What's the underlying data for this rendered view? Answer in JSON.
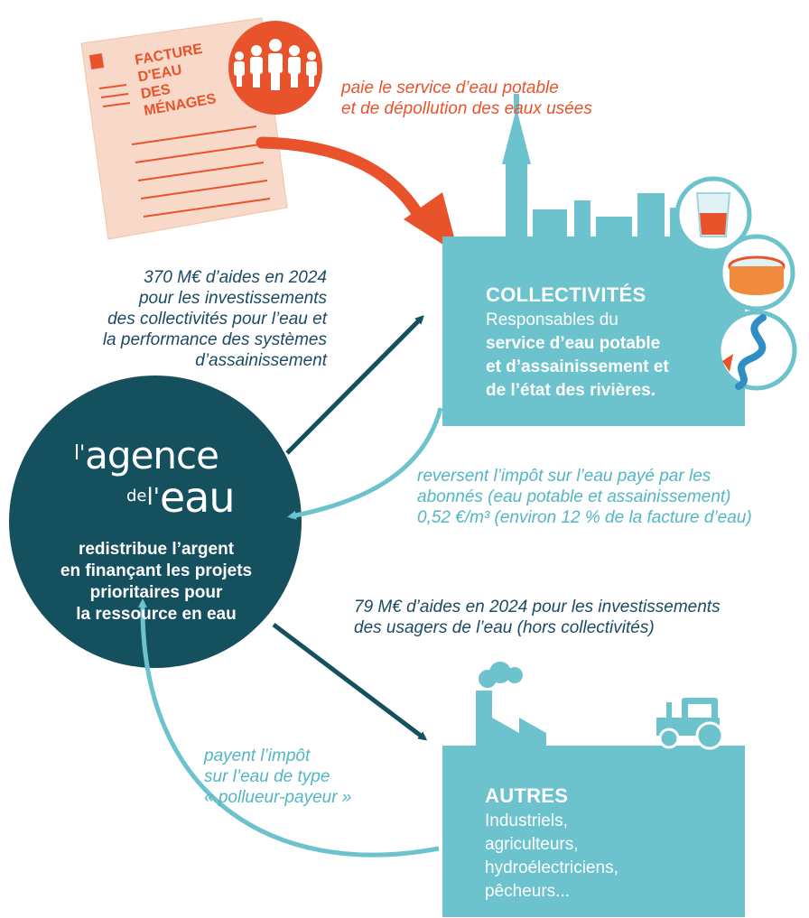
{
  "invoice": {
    "title_lines": [
      "FACTURE",
      "D'EAU",
      "DES",
      "MÉNAGES"
    ]
  },
  "household_flow": {
    "line1": "paie le service d’eau potable",
    "line2": "et de dépollution des eaux usées"
  },
  "collectivites": {
    "title": "COLLECTIVITÉS",
    "line1": "Responsables du",
    "line2": "service d’eau potable",
    "line3": "et d’assainissement et",
    "line4": "de l’état des rivières."
  },
  "aid_collectivites": {
    "line1": "370 M€ d’aides en 2024",
    "line2": "pour les investissements",
    "line3": "des collectivités pour l’eau et",
    "line4": "la performance des systèmes",
    "line5": "d’assainissement"
  },
  "agency": {
    "logo_prefix": "l'",
    "logo_word1": "agence",
    "logo_small": "de",
    "logo_prefix2": "l'",
    "logo_word2": "eau",
    "line1": "redistribue l’argent",
    "line2": "en finançant les projets",
    "line3": "prioritaires pour",
    "line4": "la ressource en eau"
  },
  "reversal": {
    "line1": "reversent l’impôt sur l’eau payé par les",
    "line2": "abonnés (eau potable et assainissement)",
    "line3": "0,52 €/m³ (environ 12 % de la facture d’eau)"
  },
  "aid_others": {
    "line1": "79 M€ d’aides en 2024 pour les investissements",
    "line2": "des usagers de l’eau (hors collectivités)"
  },
  "polluter": {
    "line1": "payent l’impôt",
    "line2": "sur l’eau de type",
    "line3": "« pollueur-payeur »"
  },
  "autres": {
    "title": "AUTRES",
    "line1": "Industriels,",
    "line2": "agriculteurs,",
    "line3": "hydroélectriciens,",
    "line4": "pêcheurs..."
  },
  "colors": {
    "orange": "#e8532b",
    "teal": "#6cc3ce",
    "navy": "#15505f",
    "label_navy": "#1c4a63",
    "label_teal": "#53b6c4"
  },
  "icons": [
    "invoice-icon",
    "people-group-icon",
    "glass-icon",
    "pan-icon",
    "river-icon",
    "factory-icon",
    "tractor-icon"
  ]
}
